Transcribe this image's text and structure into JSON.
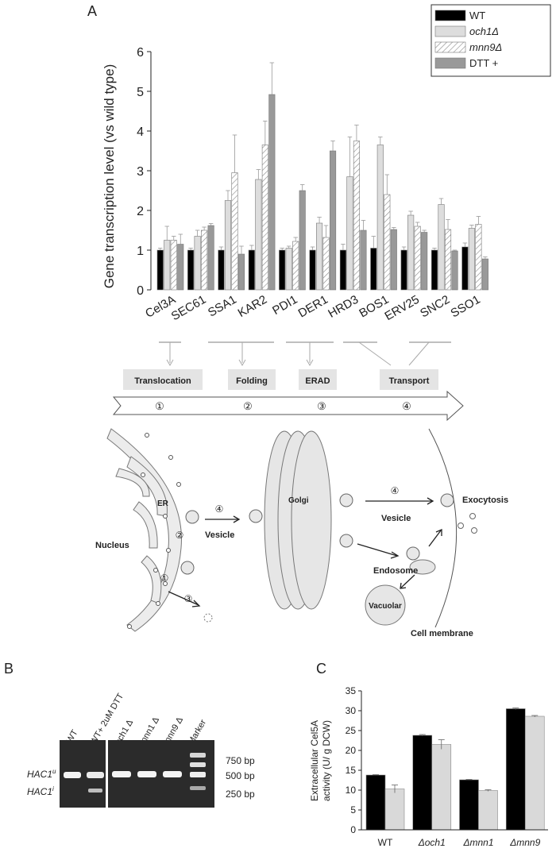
{
  "panels": {
    "a": "A",
    "b": "B",
    "c": "C"
  },
  "chart_a": {
    "type": "bar",
    "ylabel": "Gene transcription level (vs wild type)",
    "ylim": [
      0,
      6
    ],
    "yticks": [
      "0",
      "1",
      "2",
      "3",
      "4",
      "5",
      "6"
    ],
    "categories": [
      "Cel3A",
      "SEC61",
      "SSA1",
      "KAR2",
      "PDI1",
      "DER1",
      "HRD3",
      "BOS1",
      "ERV25",
      "SNC2",
      "SSO1"
    ],
    "series": [
      {
        "name": "WT",
        "color": "#000000",
        "values": [
          1,
          1,
          1,
          1,
          1,
          1,
          1,
          1.05,
          1,
          1,
          1.08
        ],
        "errors": [
          0.05,
          0.05,
          0.08,
          0.12,
          0.05,
          0.08,
          0.15,
          0.3,
          0.08,
          0.05,
          0.1
        ]
      },
      {
        "name": "och1Δ",
        "color": "#dddddd",
        "values": [
          1.25,
          1.35,
          2.25,
          2.78,
          1.05,
          1.68,
          2.85,
          3.65,
          1.88,
          2.15,
          1.55
        ],
        "errors": [
          0.35,
          0.15,
          0.25,
          0.25,
          0.05,
          0.15,
          1.0,
          0.2,
          0.1,
          0.15,
          0.08
        ]
      },
      {
        "name": "mnn9Δ",
        "color": "hatch",
        "values": [
          1.25,
          1.5,
          2.95,
          3.65,
          1.22,
          1.32,
          3.75,
          2.4,
          1.6,
          1.52,
          1.65
        ],
        "errors": [
          0.1,
          0.08,
          0.95,
          0.6,
          0.1,
          0.3,
          0.4,
          0.5,
          0.1,
          0.25,
          0.2
        ]
      },
      {
        "name": "DTT +",
        "color": "#999999",
        "values": [
          1.15,
          1.62,
          0.9,
          4.92,
          2.5,
          3.5,
          1.5,
          1.52,
          1.45,
          0.98,
          0.78
        ],
        "errors": [
          0.25,
          0.05,
          0.2,
          0.8,
          0.15,
          0.25,
          0.25,
          0.05,
          0.05,
          0.02,
          0.05
        ]
      }
    ]
  },
  "diagram": {
    "stages": [
      "Translocation",
      "Folding",
      "ERAD",
      "Transport"
    ],
    "stage_numbers": [
      "①",
      "②",
      "③",
      "④"
    ],
    "labels": {
      "er": "ER",
      "nucleus": "Nucleus",
      "vesicle_left": "Vesicle",
      "golgi": "Golgi",
      "vesicle_right": "Vesicle",
      "exocytosis": "Exocytosis",
      "endosome": "Endosome",
      "vacuolar": "Vacuolar",
      "cell_membrane": "Cell membrane"
    }
  },
  "gel": {
    "lanes": [
      "WT",
      "WT+ 2uM DTT",
      "och1 Δ",
      "mnn1 Δ",
      "mnn9 Δ",
      "Marker"
    ],
    "hac_u": "HAC1",
    "hac_u_sup": "u",
    "hac_i": "HAC1",
    "hac_i_sup": "i",
    "bp": [
      "750 bp",
      "500 bp",
      "250 bp"
    ]
  },
  "chart_c": {
    "type": "bar",
    "ylabel_1": "Extracellular Cel5A",
    "ylabel_2": "activity (U/ g DCW)",
    "ylim": [
      0,
      35
    ],
    "yticks": [
      "0",
      "5",
      "10",
      "15",
      "20",
      "25",
      "30",
      "35"
    ],
    "categories": [
      "WT",
      "Δoch1",
      "Δmnn1",
      "Δmnn9"
    ],
    "series": [
      {
        "color": "#000000",
        "values": [
          13.8,
          23.8,
          12.6,
          30.5
        ],
        "errors": [
          0.1,
          0.2,
          0.1,
          0.2
        ]
      },
      {
        "color": "#d9d9d9",
        "values": [
          10.3,
          21.5,
          9.9,
          28.6
        ],
        "errors": [
          1.0,
          1.2,
          0.2,
          0.2
        ]
      }
    ]
  }
}
